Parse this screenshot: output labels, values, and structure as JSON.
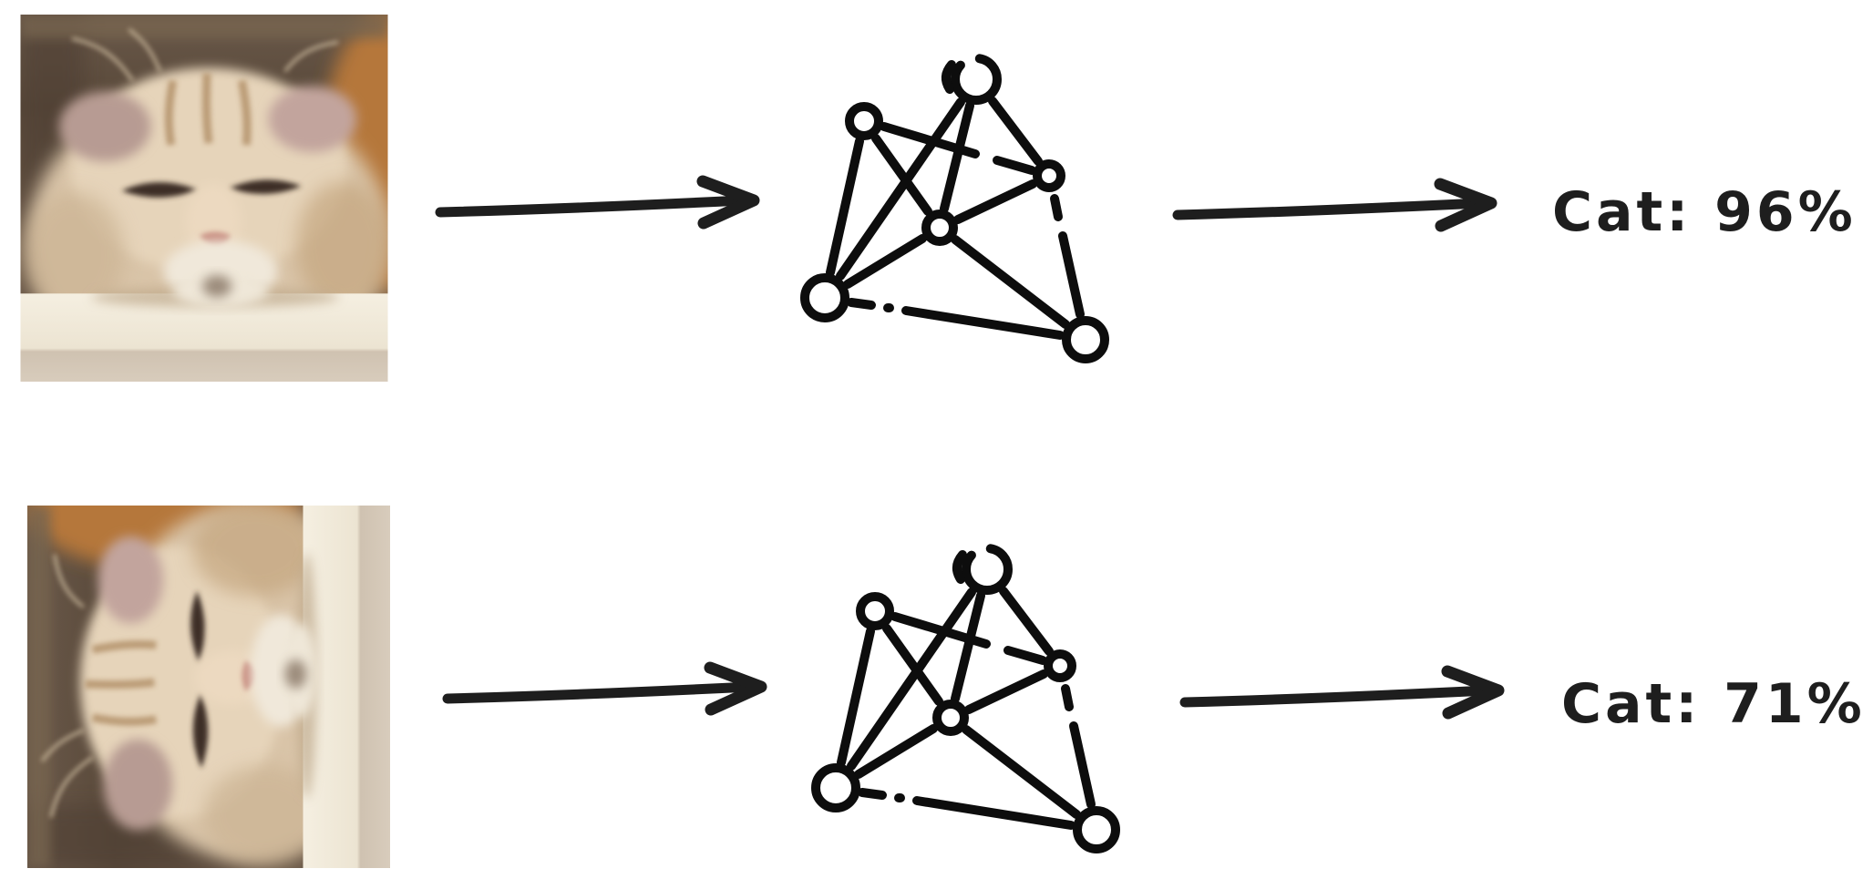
{
  "colors": {
    "background": "#ffffff",
    "ink": "#1e1e1e",
    "icon_ink": "#0d0d0d"
  },
  "rows": [
    {
      "input_image": "cat-photo-upright",
      "rotation_deg": 0,
      "arrow_in": "right-arrow-icon",
      "model_icon": "neural-network-icon",
      "arrow_out": "right-arrow-icon",
      "output_label": "Cat: 96%"
    },
    {
      "input_image": "cat-photo-rotated-90ccw",
      "rotation_deg": -90,
      "arrow_in": "right-arrow-icon",
      "model_icon": "neural-network-icon",
      "arrow_out": "right-arrow-icon",
      "output_label": "Cat: 71%"
    }
  ],
  "cat_photo_palette": {
    "fur": "#e3cfb2",
    "ear_tufts": "#c0a09c",
    "background_dark": "#584839",
    "background_warm": "#b5773a",
    "ledge_top": "#f3edde",
    "ledge_front": "#d2c5b4",
    "eyes": "#3c2f25",
    "nose": "#c5877a"
  }
}
